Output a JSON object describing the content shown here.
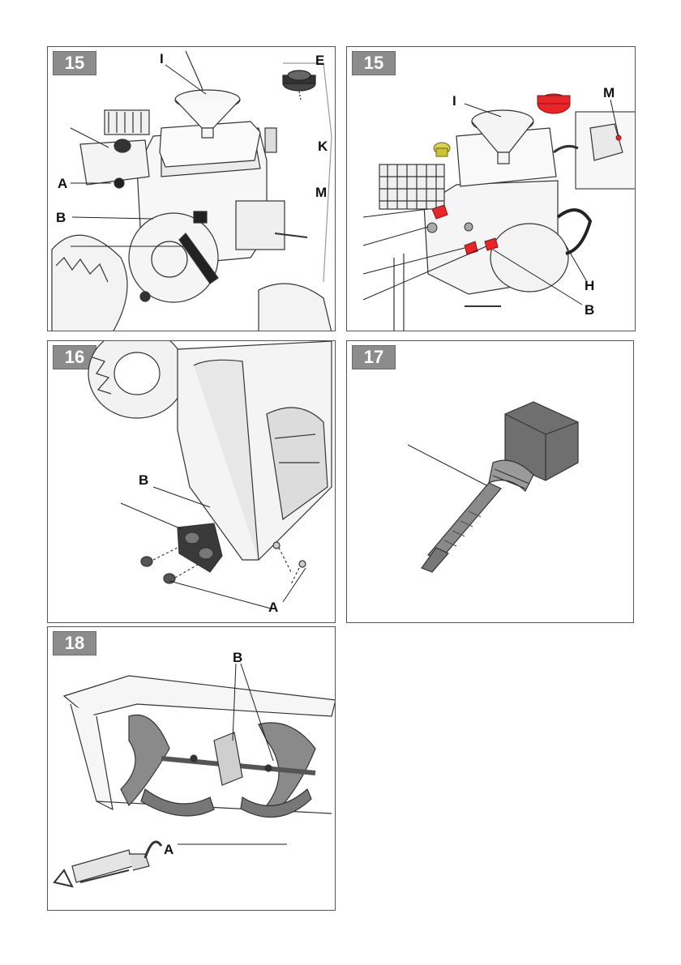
{
  "panels": [
    {
      "number": "15",
      "labels": {
        "I": "I",
        "E": "E",
        "K": "K",
        "A": "A",
        "M": "M",
        "B": "B"
      }
    },
    {
      "number": "15",
      "labels": {
        "I": "I",
        "M": "M",
        "H": "H",
        "B": "B"
      }
    },
    {
      "number": "16",
      "labels": {
        "B": "B",
        "A": "A"
      }
    },
    {
      "number": "17",
      "labels": {}
    },
    {
      "number": "18",
      "labels": {
        "B": "B",
        "A": "A"
      }
    }
  ],
  "colors": {
    "highlight_red": "#e8262a",
    "highlight_yellow": "#d9d24a",
    "line": "#222222"
  }
}
